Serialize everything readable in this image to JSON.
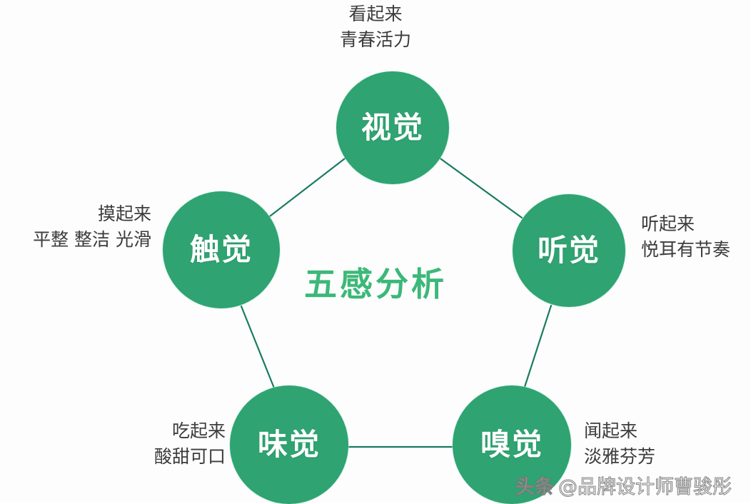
{
  "diagram": {
    "center_title": "五感分析",
    "accent_color": "#2fa371",
    "title_color": "#3cb878",
    "edge_color": "#1a7a62",
    "nodes": [
      {
        "id": "sight",
        "label": "视觉"
      },
      {
        "id": "hearing",
        "label": "听觉"
      },
      {
        "id": "touch",
        "label": "触觉"
      },
      {
        "id": "taste",
        "label": "味觉"
      },
      {
        "id": "smell",
        "label": "嗅觉"
      }
    ],
    "annotations": {
      "sight": {
        "line1": "看起来",
        "line2": "青春活力"
      },
      "hearing": {
        "line1": "听起来",
        "line2": "悦耳有节奏"
      },
      "touch": {
        "line1": "摸起来",
        "line2": "平整 整洁 光滑"
      },
      "taste": {
        "line1": "吃起来",
        "line2": "酸甜可口"
      },
      "smell": {
        "line1": "闻起来",
        "line2": "淡雅芬芳"
      }
    }
  },
  "watermark": {
    "brand": "头条",
    "handle": "@品牌设计师曹骏彤"
  }
}
